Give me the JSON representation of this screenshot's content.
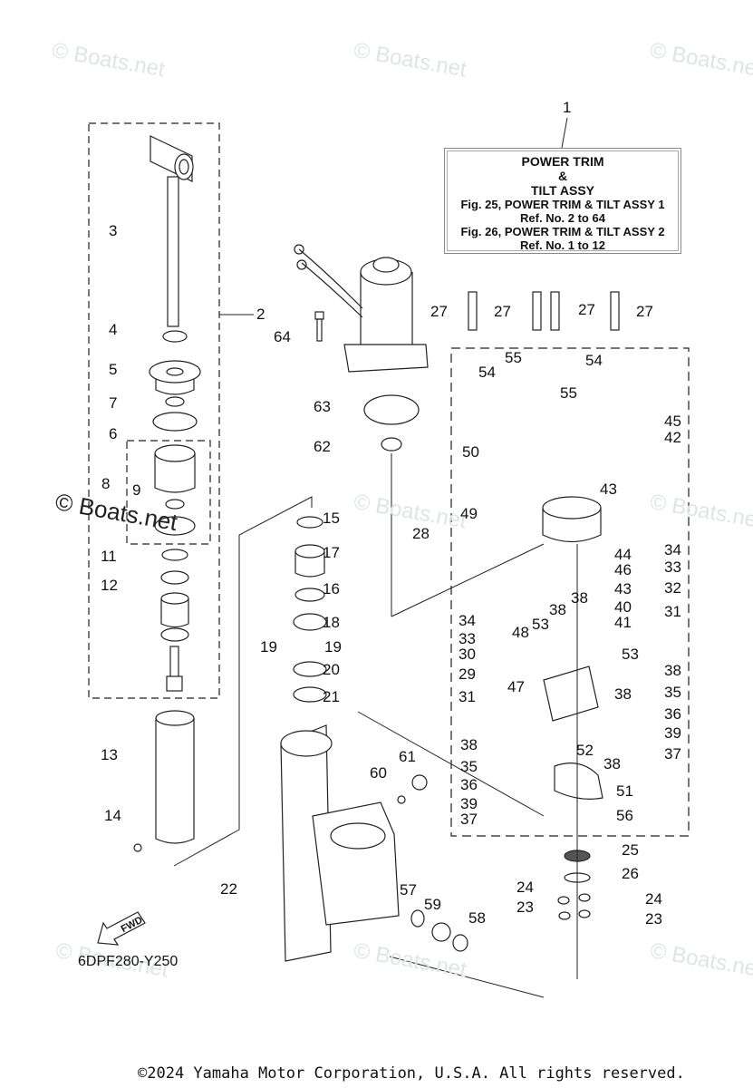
{
  "watermarks": [
    {
      "text": "© Boats.net",
      "variant": "light"
    },
    {
      "text": "© Boats.net",
      "variant": "light"
    },
    {
      "text": "© Boats.net",
      "variant": "light"
    },
    {
      "text": "© Boats.net",
      "variant": "dark"
    },
    {
      "text": "© Boats.net",
      "variant": "light"
    },
    {
      "text": "© Boats.net",
      "variant": "light"
    },
    {
      "text": "© Boats.net",
      "variant": "light"
    },
    {
      "text": "© Boats.net",
      "variant": "light"
    },
    {
      "text": "© Boats.net",
      "variant": "light"
    }
  ],
  "title_box": {
    "line1": "POWER TRIM",
    "line2": "&",
    "line3": "TILT ASSY",
    "line4": "Fig. 25, POWER TRIM & TILT ASSY 1",
    "line5": "Ref. No. 2 to 64",
    "line6": "Fig. 26, POWER TRIM & TILT ASSY 2",
    "line7": "Ref. No. 1 to 12"
  },
  "callouts": [
    "1",
    "2",
    "3",
    "4",
    "5",
    "7",
    "6",
    "8",
    "9",
    "11",
    "12",
    "13",
    "14",
    "15",
    "17",
    "16",
    "18",
    "19",
    "19",
    "20",
    "21",
    "22",
    "27",
    "27",
    "27",
    "27",
    "64",
    "63",
    "62",
    "55",
    "54",
    "54",
    "55",
    "45",
    "42",
    "50",
    "43",
    "49",
    "28",
    "34",
    "33",
    "32",
    "31",
    "44",
    "46",
    "43",
    "40",
    "41",
    "38",
    "38",
    "53",
    "48",
    "34",
    "33",
    "30",
    "29",
    "47",
    "31",
    "53",
    "38",
    "35",
    "36",
    "39",
    "37",
    "38",
    "38",
    "52",
    "38",
    "35",
    "36",
    "39",
    "37",
    "51",
    "56",
    "25",
    "26",
    "24",
    "24",
    "23",
    "23",
    "61",
    "60",
    "57",
    "59",
    "58"
  ],
  "diagram_code": "6DPF280-Y250",
  "fwd_label": "FWD",
  "copyright": "©2024 Yamaha Motor Corporation, U.S.A. All rights reserved."
}
